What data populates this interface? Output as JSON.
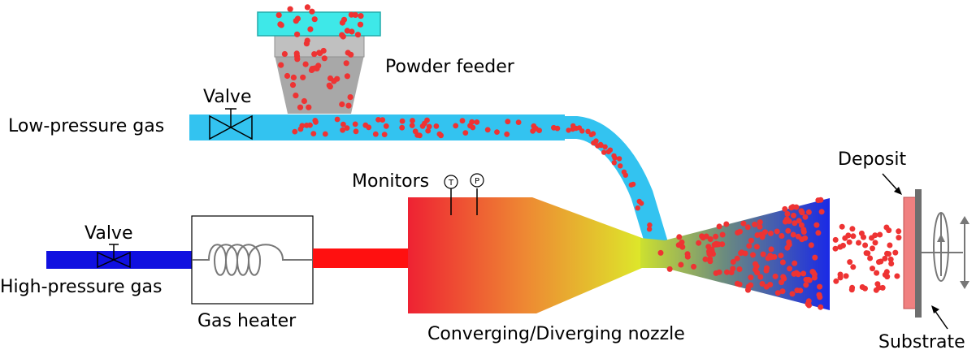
{
  "labels": {
    "powder_feeder": "Powder feeder",
    "valve_top": "Valve",
    "low_pressure_gas": "Low-pressure gas",
    "monitors": "Monitors",
    "gauge_t": "T",
    "gauge_p": "P",
    "valve_bottom": "Valve",
    "high_pressure_gas": "High-pressure gas",
    "gas_heater": "Gas heater",
    "nozzle": "Converging/Diverging nozzle",
    "deposit": "Deposit",
    "substrate": "Substrate"
  },
  "colors": {
    "high_pressure_pipe": "#1010e0",
    "low_pressure_pipe": "#33c3f0",
    "hot_pipe": "#ff1010",
    "feeder_lid": "#3ee8e8",
    "feeder_body": "#a8a8a8",
    "particle": "#ee3333",
    "deposit": "#f08080",
    "substrate": "#6e6e6e"
  }
}
